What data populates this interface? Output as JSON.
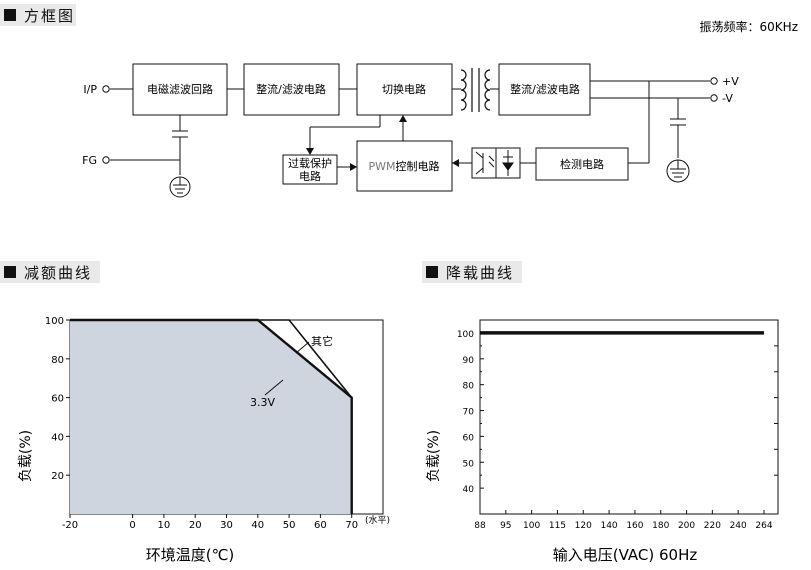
{
  "block_diagram": {
    "header": "方框图",
    "oscillation": "振荡频率：60KHz",
    "input_label": "I/P",
    "fg_label": "FG",
    "out_plus": "+V",
    "out_minus": "-V",
    "blocks": {
      "emi": "电磁滤波回路",
      "rect1": "整流/滤波电路",
      "switch": "切换电路",
      "rect2": "整流/滤波电路",
      "ovp_line1": "过载保护",
      "ovp_line2": "电路",
      "pwm_prefix": "PWM",
      "pwm_suffix": "控制电路",
      "detect": "检测电路"
    }
  },
  "derating": {
    "header": "减额曲线",
    "chart_data": {
      "type": "area",
      "title": "",
      "xlabel": "环境温度(℃)",
      "x_unit": "(水平)",
      "ylabel": "负载(%)",
      "xlim": [
        -20,
        80
      ],
      "ylim": [
        0,
        100
      ],
      "x_ticks": [
        "-20",
        "0",
        "10",
        "20",
        "30",
        "40",
        "50",
        "60",
        "70"
      ],
      "y_ticks": [
        "20",
        "40",
        "60",
        "80",
        "100"
      ],
      "series": [
        {
          "name": "其它",
          "x": [
            -20,
            50,
            70,
            70
          ],
          "y": [
            100,
            100,
            60,
            0
          ]
        },
        {
          "name": "3.3V",
          "x": [
            -20,
            40,
            70,
            70
          ],
          "y": [
            100,
            100,
            60,
            0
          ]
        }
      ],
      "fill_color": "#cfd5de"
    }
  },
  "load_curve": {
    "header": "降载曲线",
    "chart_data": {
      "type": "line",
      "title": "",
      "xlabel": "输入电压(VAC) 60Hz",
      "ylabel": "负载(%)",
      "ylim": [
        30,
        105
      ],
      "x_ticks": [
        "88",
        "95",
        "100",
        "115",
        "120",
        "140",
        "160",
        "180",
        "200",
        "220",
        "240",
        "264"
      ],
      "y_ticks": [
        "40",
        "50",
        "60",
        "70",
        "80",
        "90",
        "100"
      ],
      "series": [
        {
          "x_index": [
            0,
            11
          ],
          "y": [
            100,
            100
          ]
        }
      ]
    }
  }
}
